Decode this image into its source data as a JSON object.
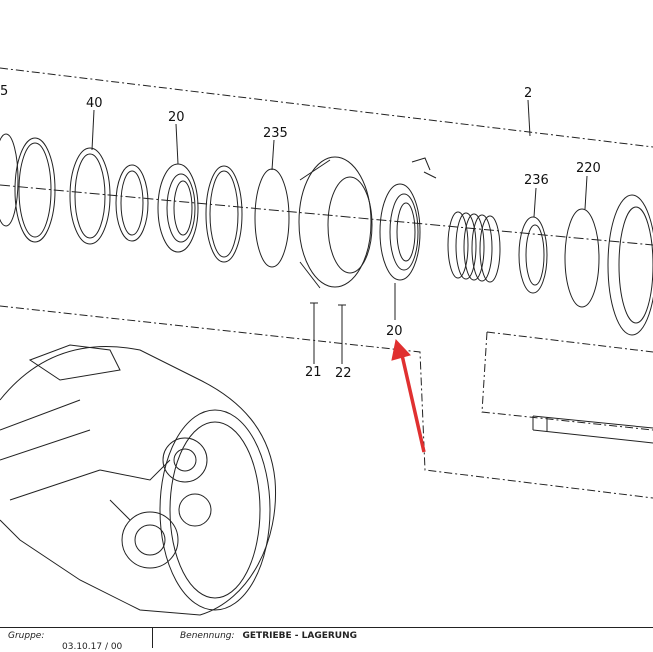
{
  "callouts": {
    "c5": "5",
    "c40": "40",
    "c20a": "20",
    "c235": "235",
    "c2": "2",
    "c236": "236",
    "c220": "220",
    "c21": "21",
    "c22": "22",
    "c20b": "20"
  },
  "footer": {
    "gruppe_label": "Gruppe:",
    "gruppe_value": "03.10.17 / 00",
    "benennung_label": "Benennung:",
    "benennung_value": "GETRIEBE - LAGERUNG"
  },
  "colors": {
    "line": "#222222",
    "arrow": "#e03030"
  }
}
